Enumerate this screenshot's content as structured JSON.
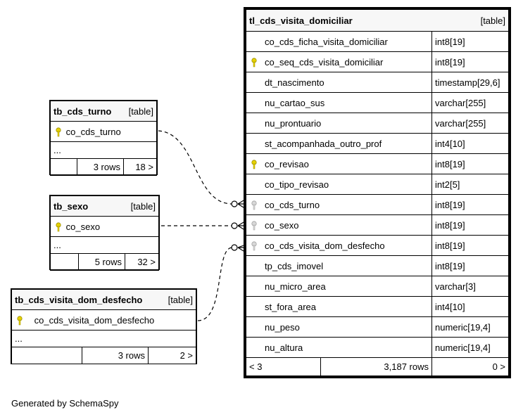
{
  "colors": {
    "primary_key": "#e6d200",
    "foreign_key": "#a0a0a0"
  },
  "main_table": {
    "name": "tl_cds_visita_domiciliar",
    "type": "[table]",
    "columns": [
      {
        "name": "co_cds_ficha_visita_domiciliar",
        "type": "int8[19]",
        "key": ""
      },
      {
        "name": "co_seq_cds_visita_domiciliar",
        "type": "int8[19]",
        "key": "pk"
      },
      {
        "name": "dt_nascimento",
        "type": "timestamp[29,6]",
        "key": ""
      },
      {
        "name": "nu_cartao_sus",
        "type": "varchar[255]",
        "key": ""
      },
      {
        "name": "nu_prontuario",
        "type": "varchar[255]",
        "key": ""
      },
      {
        "name": "st_acompanhada_outro_prof",
        "type": "int4[10]",
        "key": ""
      },
      {
        "name": "co_revisao",
        "type": "int8[19]",
        "key": "pk"
      },
      {
        "name": "co_tipo_revisao",
        "type": "int2[5]",
        "key": ""
      },
      {
        "name": "co_cds_turno",
        "type": "int8[19]",
        "key": "fk"
      },
      {
        "name": "co_sexo",
        "type": "int8[19]",
        "key": "fk"
      },
      {
        "name": "co_cds_visita_dom_desfecho",
        "type": "int8[19]",
        "key": "fk"
      },
      {
        "name": "tp_cds_imovel",
        "type": "int8[19]",
        "key": ""
      },
      {
        "name": "nu_micro_area",
        "type": "varchar[3]",
        "key": ""
      },
      {
        "name": "st_fora_area",
        "type": "int4[10]",
        "key": ""
      },
      {
        "name": "nu_peso",
        "type": "numeric[19,4]",
        "key": ""
      },
      {
        "name": "nu_altura",
        "type": "numeric[19,4]",
        "key": ""
      }
    ],
    "footer": {
      "parents": "< 3",
      "rows": "3,187 rows",
      "children": "0 >"
    }
  },
  "tb_cds_turno": {
    "name": "tb_cds_turno",
    "type": "[table]",
    "column": "co_cds_turno",
    "ellipsis": "...",
    "footer": {
      "parents": "",
      "rows": "3 rows",
      "children": "18 >"
    }
  },
  "tb_sexo": {
    "name": "tb_sexo",
    "type": "[table]",
    "column": "co_sexo",
    "ellipsis": "...",
    "footer": {
      "parents": "",
      "rows": "5 rows",
      "children": "32 >"
    }
  },
  "tb_desfecho": {
    "name": "tb_cds_visita_dom_desfecho",
    "type": "[table]",
    "column": "co_cds_visita_dom_desfecho",
    "ellipsis": "...",
    "footer": {
      "parents": "",
      "rows": "3 rows",
      "children": "2 >"
    }
  },
  "generated_by": "Generated by SchemaSpy"
}
